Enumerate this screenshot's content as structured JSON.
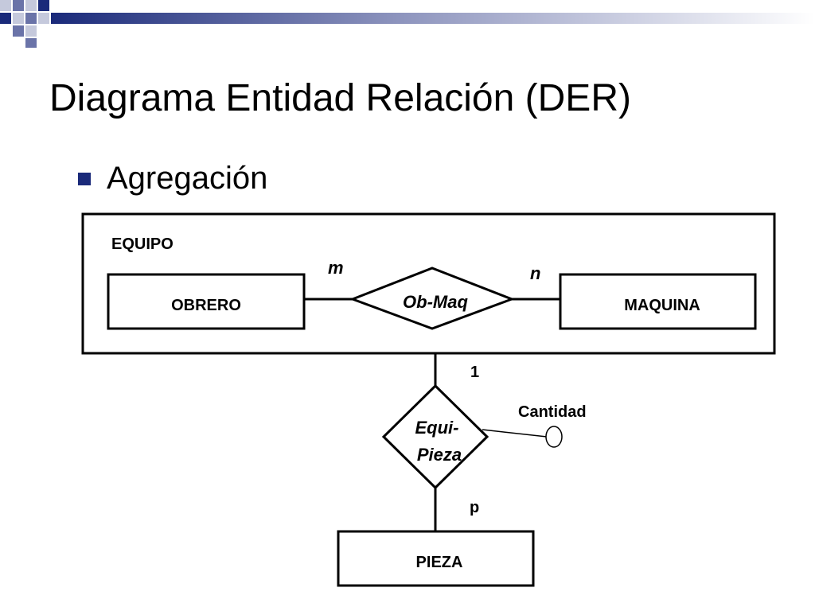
{
  "slide": {
    "title": "Diagrama Entidad Relación (DER)",
    "bullet": "Agregación"
  },
  "diagram": {
    "aggregation_label": "EQUIPO",
    "entities": {
      "obrero": "OBRERO",
      "maquina": "MAQUINA",
      "pieza": "PIEZA"
    },
    "relationships": {
      "ob_maq": "Ob-Maq",
      "equi_pieza_line1": "Equi-",
      "equi_pieza_line2": "Pieza"
    },
    "cardinalities": {
      "obrero_side": "m",
      "maquina_side": "n",
      "equipo_side": "1",
      "pieza_side": "p"
    },
    "attribute": "Cantidad"
  },
  "colors": {
    "accent_dark": "#1a2a7a",
    "accent_mid": "#6a73a8",
    "accent_light": "#c5c9dc",
    "stroke": "#000000"
  }
}
